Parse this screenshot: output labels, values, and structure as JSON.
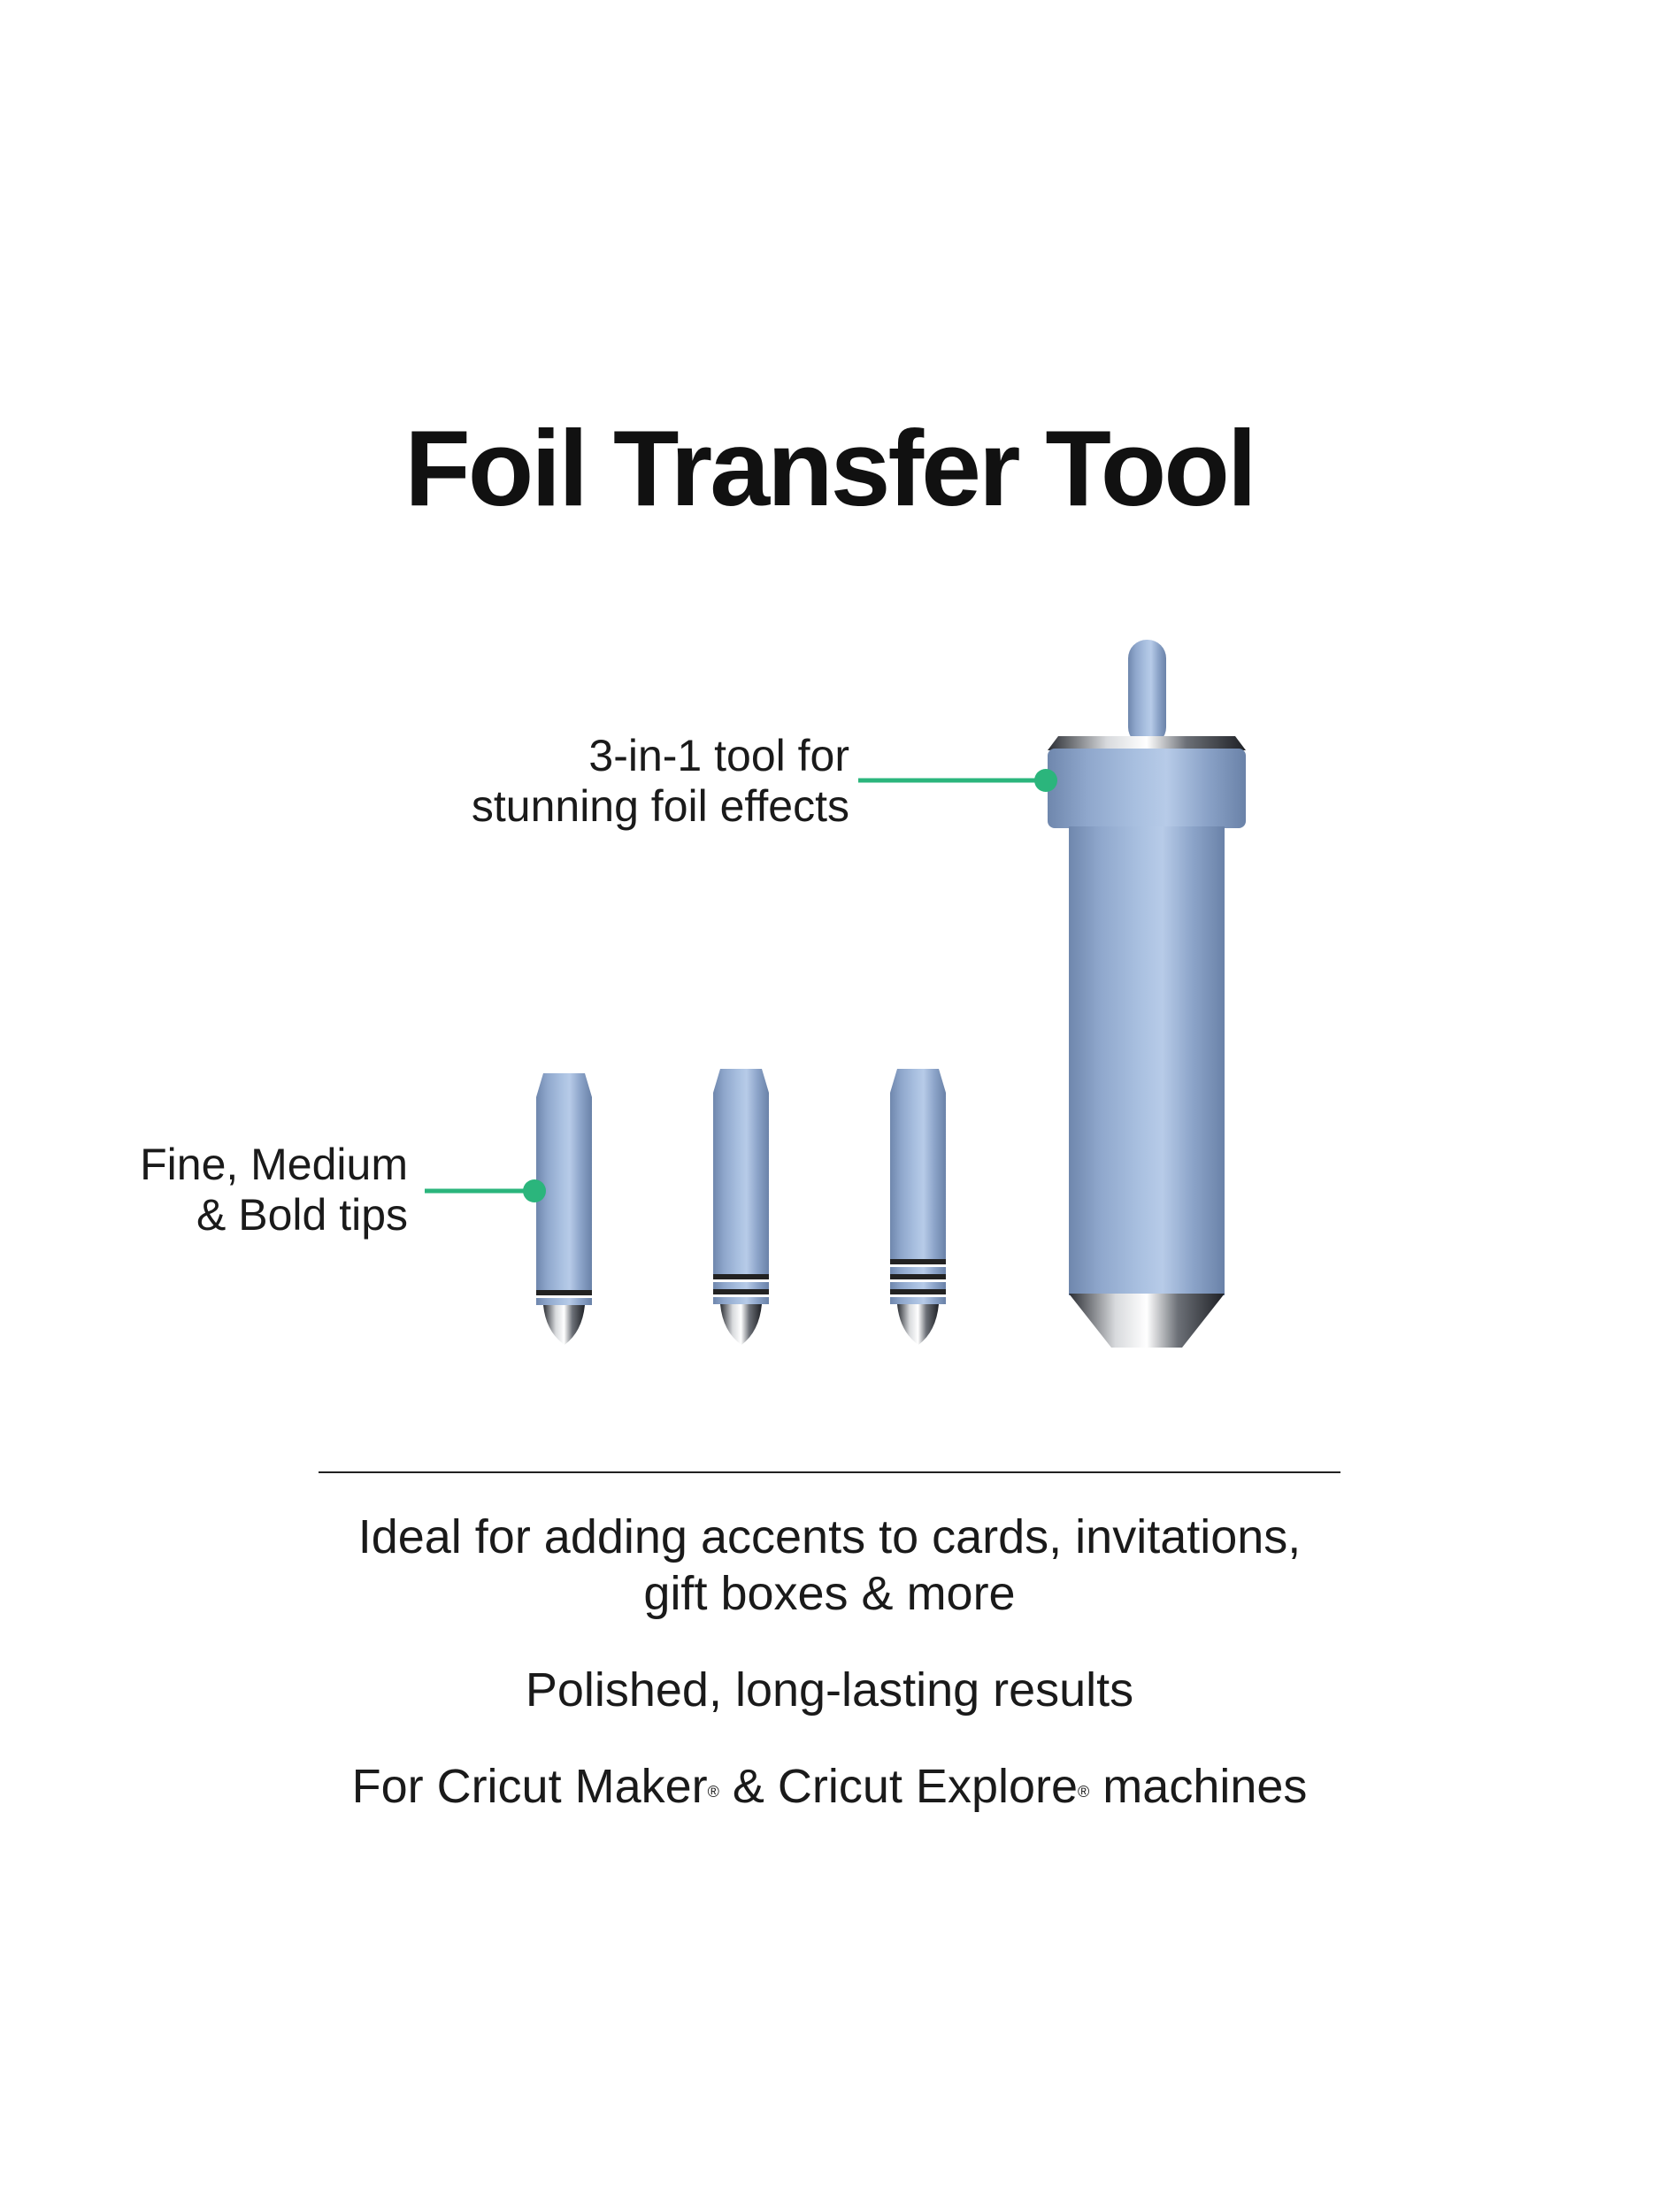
{
  "title": "Foil Transfer Tool",
  "callouts": {
    "housing": [
      "3-in-1 tool for",
      "stunning foil effects"
    ],
    "tips": [
      "Fine, Medium",
      "& Bold tips"
    ]
  },
  "features": {
    "line1": [
      "Ideal for adding accents to cards, invitations,",
      "gift boxes & more"
    ],
    "line2": "Polished, long-lasting results",
    "line3": {
      "a": "For Cricut Maker",
      "reg": "®",
      "b": " & Cricut Explore",
      "c": " machines"
    }
  },
  "colors": {
    "accent": "#2bb57c",
    "metal": "#8aa3c8"
  }
}
